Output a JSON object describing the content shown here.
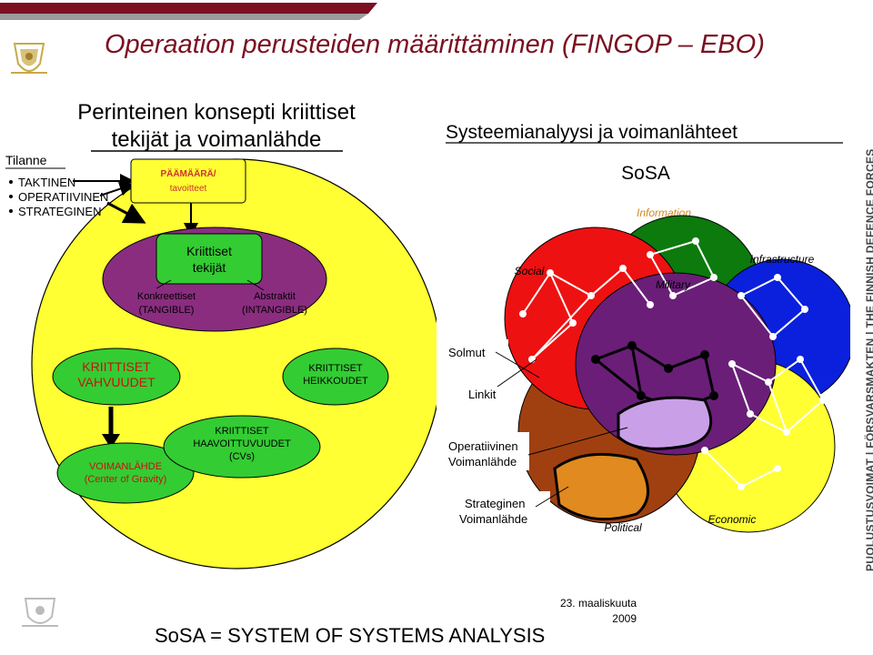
{
  "title": "Operaation perusteiden määrittäminen (FINGOP – EBO)",
  "left": {
    "heading_line1": "Perinteinen konsepti kriittiset",
    "heading_line2": "tekijät ja voimanlähde",
    "tilanne": "Tilanne",
    "levels": [
      "TAKTINEN",
      "OPERATIIVINEN",
      "STRATEGINEN"
    ],
    "goal_line1": "PÄÄMÄÄRÄ/",
    "goal_line2": "tavoitteet",
    "factors_line1": "Kriittiset",
    "factors_line2": "tekijät",
    "tangible_line1": "Konkreettiset",
    "tangible_line2": "(TANGIBLE)",
    "intangible_line1": "Abstraktit",
    "intangible_line2": "(INTANGIBLE)",
    "strengths_line1": "KRIITTISET",
    "strengths_line2": "VAHVUUDET",
    "weaknesses_line1": "KRIITTISET",
    "weaknesses_line2": "HEIKKOUDET",
    "vuln_line1": "KRIITTISET",
    "vuln_line2": "HAAVOITTUVUUDET",
    "vuln_line3": "(CVs)",
    "cog_line1": "VOIMANLÄHDE",
    "cog_line2": "(Center of Gravity)"
  },
  "right": {
    "heading": "Systeemianalyysi ja voimanlähteet",
    "sosa": "SoSA",
    "domains": {
      "information": "Information",
      "social": "Social",
      "military": "Military",
      "infrastructure": "Infrastructure",
      "political": "Political",
      "economic": "Economic"
    },
    "solmut": "Solmut",
    "linkit": "Linkit",
    "operational_line1": "Operatiivinen",
    "operational_line2": "Voimanlähde",
    "strategic_line1": "Strateginen",
    "strategic_line2": "Voimanlähde"
  },
  "vertical_text": "PUOLUSTUSVOIMAT | FÖRSVARSMAKTEN | THE FINNISH DEFENCE FORCES",
  "date_line1": "23. maaliskuuta",
  "date_line2": "2009",
  "footer": "SoSA = SYSTEM OF SYSTEMS ANALYSIS",
  "colors": {
    "title": "#7a1020",
    "yellow": "#ffff33",
    "purple": "#8a2d7f",
    "green_box": "#33cc33",
    "red": "#ee1111",
    "dark_purple": "#6a1e78",
    "blue": "#0a20dd",
    "dark_green": "#0c7a0c",
    "brown": "#a04010",
    "lavender": "#c9a0e8",
    "orange": "#e08a20"
  }
}
